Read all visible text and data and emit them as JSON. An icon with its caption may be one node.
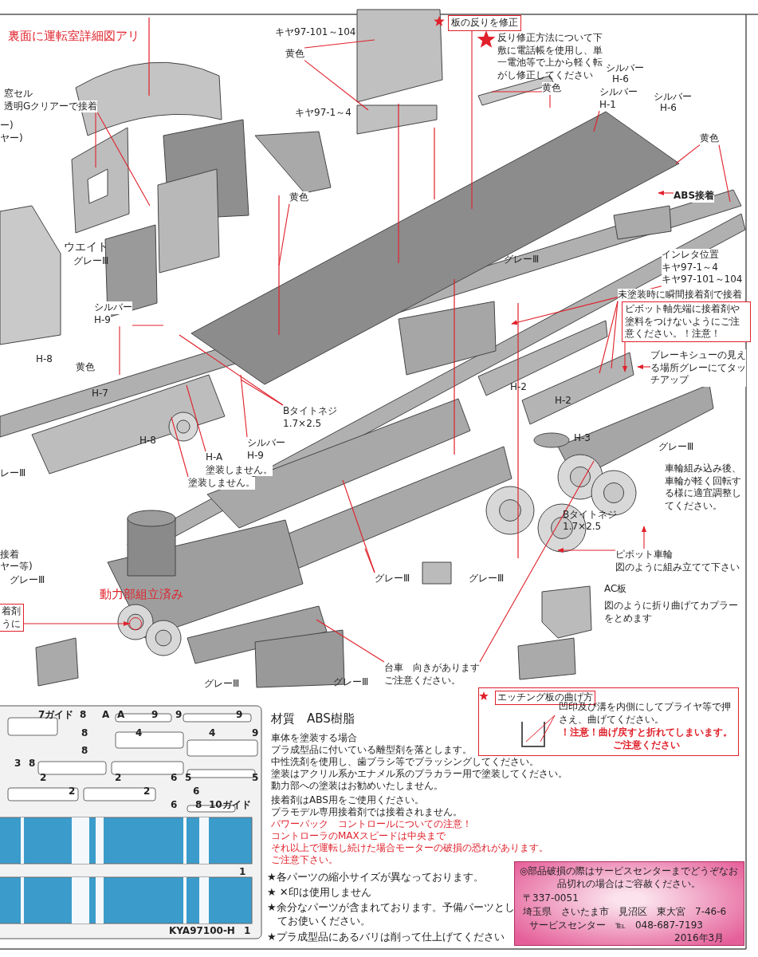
{
  "diagram": {
    "nodes": [
      {
        "text": [
          "窓セル",
          "透明Gクリアーで接着"
        ]
      },
      {
        "text": [
          "黄色"
        ]
      },
      {
        "text": [
          "板の反りを修正"
        ]
      },
      {
        "text": [
          "黄色"
        ]
      },
      {
        "text": [
          "シルバー",
          "H-1"
        ]
      },
      {
        "text": [
          "黄色"
        ]
      },
      {
        "text": [
          "ABS接着"
        ]
      },
      {
        "text": [
          "黄色"
        ]
      },
      {
        "text": [
          "インレタ位置",
          "キヤ97-1～4",
          "キヤ97-101～104"
        ]
      },
      {
        "text": [
          "未塗装時に瞬間接着剤で接着"
        ]
      },
      {
        "text": [
          "ピボット軸先端に接着剤や塗料をつけないようにご注意ください。！注意！"
        ]
      },
      {
        "text": [
          "ブレーキシューの見える場所グレーにてタッチアップ"
        ]
      },
      {
        "text": [
          "シルバー",
          "H-9"
        ]
      },
      {
        "text": [
          "Bタイトネジ",
          "1.7×2.5"
        ]
      },
      {
        "text": [
          "シルバー",
          "H-9"
        ]
      },
      {
        "text": [
          "H-A",
          "塗装しません。"
        ]
      },
      {
        "text": [
          "塗装しません。"
        ]
      },
      {
        "text": [
          "ピボット車輪",
          "図のように組み立てて下さい"
        ]
      },
      {
        "text": [
          "グレーⅢ"
        ]
      },
      {
        "text": [
          "台車　向きがあります",
          "ご注意ください。"
        ]
      },
      {
        "text": [
          "着剤",
          "うに"
        ]
      },
      {
        "text": [
          "エッチング板の曲げ方",
          "凹印及び溝を内側にしてプライヤ等で押さえ、曲げてください。",
          "！注意！曲げ戻すと折れてしまいます。ご注意ください"
        ]
      },
      {
        "text": [
          "◎部品破損の際はサービスセンターまでどうぞなお品切れの場合はご容赦ください。",
          "〒337-0051",
          "埼玉県　さいたま市　見沼区　東大宮　7-46-6",
          "サービスセンター　℡　048-687-7193",
          "2016年3月"
        ]
      },
      {
        "text": [],
        "shape": "circle"
      }
    ],
    "edges": [
      {
        "from": 0,
        "to": null,
        "arrow": "none"
      },
      {
        "from": 0,
        "to": null,
        "arrow": "none"
      },
      {
        "from": 1,
        "to": null,
        "arrow": "none"
      },
      {
        "from": 1,
        "to": null,
        "arrow": "none"
      },
      {
        "from": 2,
        "to": null,
        "arrow": "none"
      },
      {
        "from": 3,
        "to": null,
        "arrow": "none"
      },
      {
        "from": 3,
        "to": null,
        "arrow": "none"
      },
      {
        "from": 4,
        "to": null,
        "arrow": "none"
      },
      {
        "from": 5,
        "to": null,
        "arrow": "none"
      },
      {
        "from": 5,
        "to": null,
        "arrow": "none"
      },
      {
        "from": 6,
        "to": null,
        "arrow": "to"
      },
      {
        "from": 7,
        "to": null,
        "arrow": "none"
      },
      {
        "from": 8,
        "to": null,
        "arrow": "to"
      },
      {
        "from": 9,
        "to": null,
        "arrow": "none"
      },
      {
        "from": 9,
        "to": null,
        "arrow": "none"
      },
      {
        "from": 10,
        "to": null,
        "arrow": "to"
      },
      {
        "from": 11,
        "to": null,
        "arrow": "to"
      },
      {
        "from": 12,
        "to": null,
        "arrow": "none"
      },
      {
        "from": 12,
        "to": null,
        "arrow": "none"
      },
      {
        "from": 13,
        "to": null,
        "arrow": "none"
      },
      {
        "from": 13,
        "to": null,
        "arrow": "none"
      },
      {
        "from": 14,
        "to": null,
        "arrow": "none"
      },
      {
        "from": 15,
        "to": null,
        "arrow": "none"
      },
      {
        "from": 16,
        "to": null,
        "arrow": "none"
      },
      {
        "from": 17,
        "to": null,
        "arrow": "to"
      },
      {
        "from": 17,
        "to": null,
        "arrow": "to"
      },
      {
        "from": 18,
        "to": null,
        "arrow": "none"
      },
      {
        "from": 18,
        "to": null,
        "arrow": "none"
      },
      {
        "from": 19,
        "to": null,
        "arrow": "none"
      },
      {
        "from": 19,
        "to": null,
        "arrow": "none"
      },
      {
        "from": 20,
        "to": 23,
        "arrow": "to"
      }
    ],
    "labels": [
      "裏面に運転室詳細図アリ",
      "ー)",
      "ヤー)",
      "キヤ97-101～104",
      "キヤ97-1～4",
      "反り修正方法について下敷に電話帳を使用し、単一電池等で上から軽く転がし修正してください",
      "シルバー",
      "H-6",
      "シルバー",
      "H-6",
      "ウエイト",
      "グレーⅢ",
      "グレーⅢ",
      "H-8",
      "黄色",
      "H-7",
      "H-8",
      "H-2",
      "H-2",
      "H-3",
      "グレーⅢ",
      "車輪組み込み後、車輪が軽く回転する様に適宜調整してください。",
      "レーⅢ",
      "Bタイトネジ",
      "1.7×2.5",
      "接着",
      "ヤー等)",
      "グレーⅢ",
      "グレーⅢ",
      "AC板",
      "図のように折り曲げてカプラーをとめます",
      "動力部組立済み",
      "グレーⅢ",
      "グレーⅢ",
      "7ガイド",
      "8",
      "A",
      "A",
      "9",
      "9",
      "9",
      "8",
      "4",
      "4",
      "9",
      "8",
      "3",
      "8",
      "2",
      "2",
      "6",
      "5",
      "5",
      "2",
      "2",
      "6",
      "6",
      "8",
      "10ガイド",
      "1",
      "KYA97100-H",
      "1",
      "材質　ABS樹脂",
      "車体を塗装する場合",
      "プラ成型品に付いている離型剤を落とします。",
      "中性洗剤を使用し、歯ブラシ等でブラッシングしてください。",
      "塗装はアクリル系かエナメル系のプラカラー用で塗装してください。",
      "動力部への塗装はお勧めいたしません。",
      "接着剤はABS用をご使用ください。",
      "プラモデル専用接着剤では接着されません。",
      "パワーパック　コントロールについての注意！",
      "コントローラのMAXスピードは中央まで",
      "それ以上で運転し続けた場合モーターの破損の恐れがあります。",
      "ご注意下さい。",
      "★各パーツの縮小サイズが異なっております。",
      "★ ✕印は使用しません",
      "★余分なパーツが含まれております。予備パーツとしてお使いください。",
      "★プラ成型品にあるバリは削って仕上げてください"
    ]
  }
}
